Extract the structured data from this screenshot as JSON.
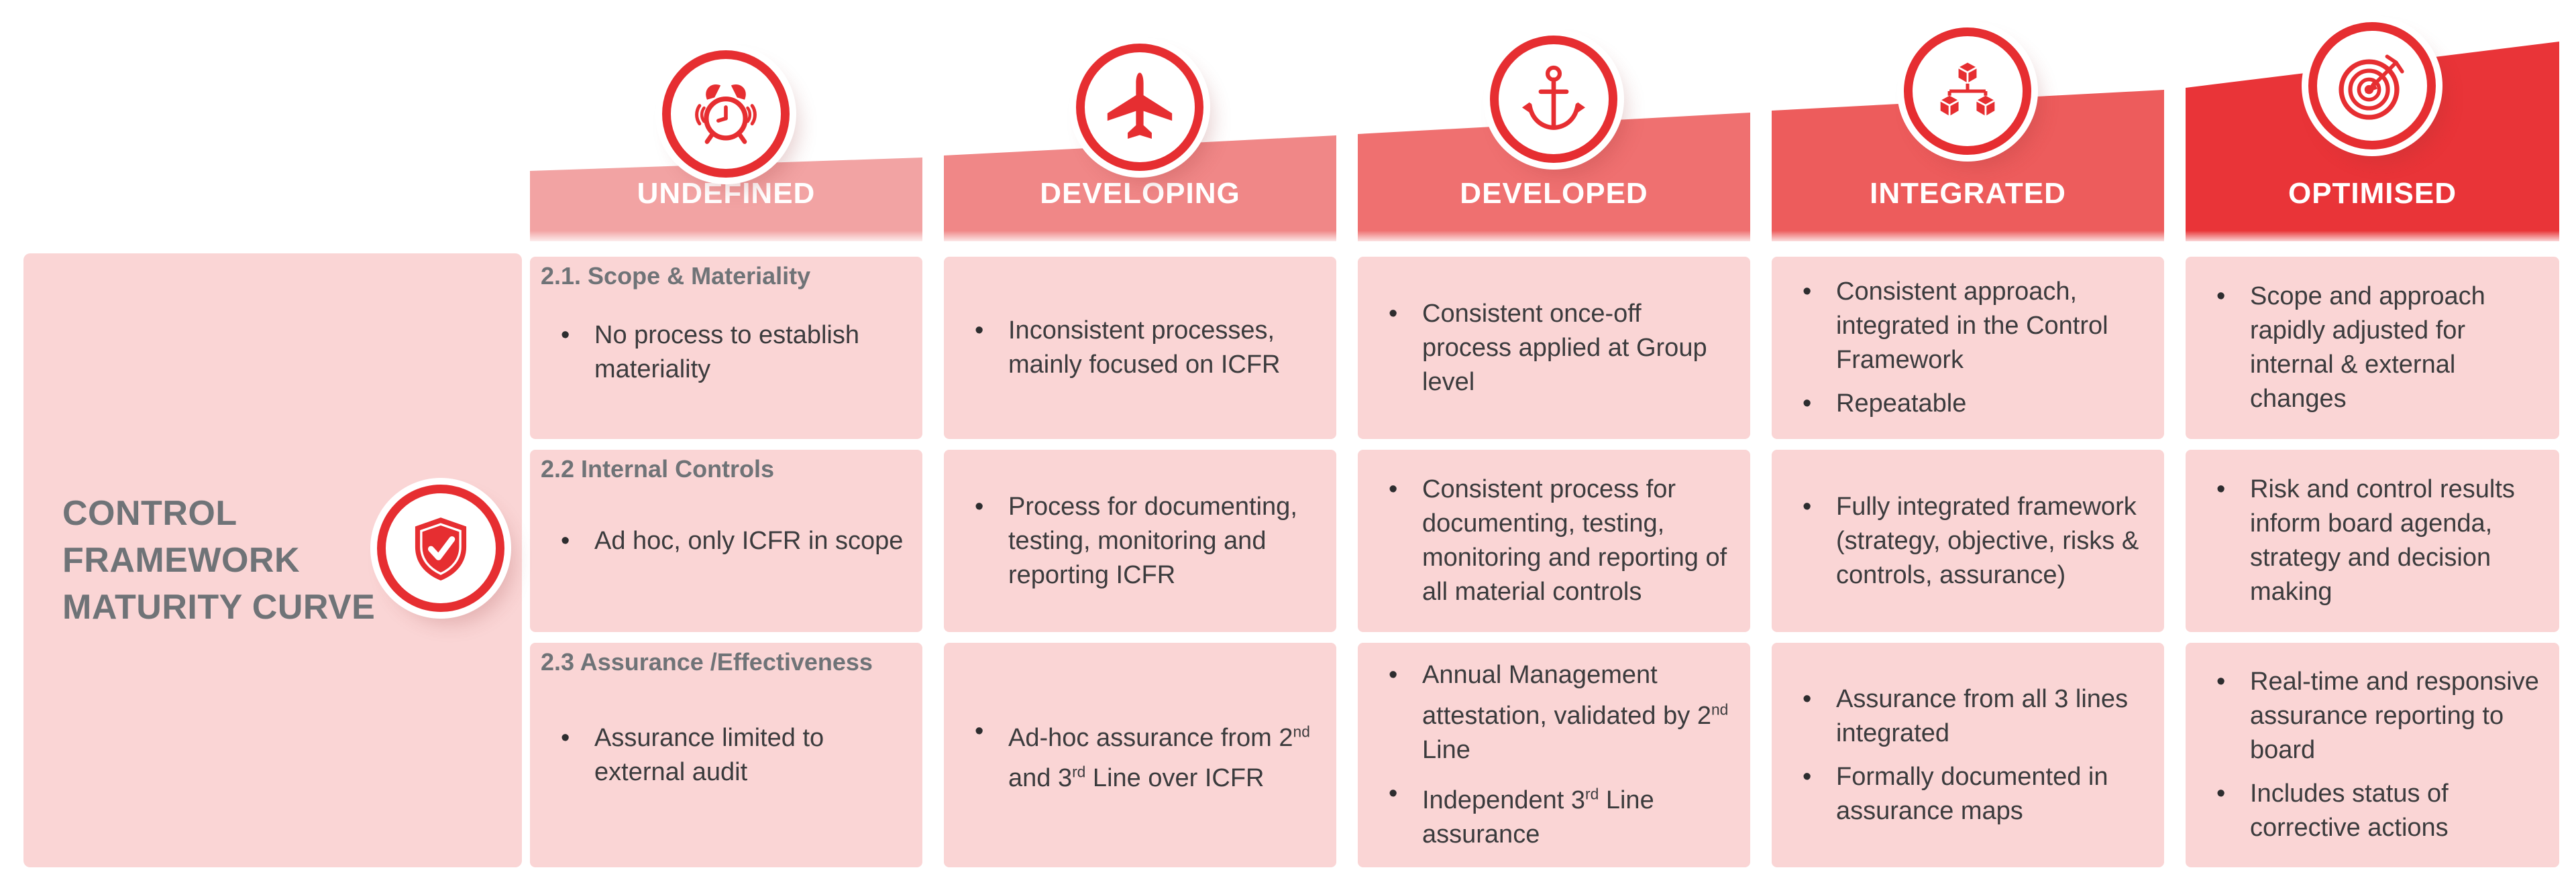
{
  "colors": {
    "accent_red": "#E62E31",
    "panel_pink": "#FAD5D5",
    "heading_gray": "#6F7377",
    "body_text": "#3B3B3D"
  },
  "left_panel": {
    "title": "CONTROL FRAMEWORK MATURITY CURVE",
    "title_lines": [
      "CONTROL",
      "FRAMEWORK",
      "MATURITY CURVE"
    ],
    "icon": "shield-check-icon"
  },
  "stages": [
    {
      "label": "UNDEFINED",
      "icon": "alarm-clock-icon",
      "color": "#F2A3A3"
    },
    {
      "label": "DEVELOPING",
      "icon": "airplane-icon",
      "color": "#F08787"
    },
    {
      "label": "DEVELOPED",
      "icon": "anchor-icon",
      "color": "#EF7070"
    },
    {
      "label": "INTEGRATED",
      "icon": "cubes-icon",
      "color": "#ED5C5C"
    },
    {
      "label": "OPTIMISED",
      "icon": "target-icon",
      "color": "#E93438"
    }
  ],
  "rows": [
    {
      "header": "2.1. Scope & Materiality",
      "cells": [
        {
          "bullets": [
            "No process to establish materiality"
          ]
        },
        {
          "bullets": [
            "Inconsistent processes, mainly focused on ICFR"
          ]
        },
        {
          "bullets": [
            "Consistent once-off process applied at Group level"
          ]
        },
        {
          "bullets": [
            "Consistent approach, integrated in the Control Framework",
            "Repeatable"
          ]
        },
        {
          "bullets": [
            "Scope and approach rapidly adjusted for internal & external changes"
          ]
        }
      ]
    },
    {
      "header": "2.2 Internal Controls",
      "cells": [
        {
          "bullets": [
            "Ad hoc, only ICFR in scope"
          ]
        },
        {
          "bullets": [
            "Process for documenting, testing, monitoring and reporting ICFR"
          ]
        },
        {
          "bullets": [
            "Consistent process for documenting, testing, monitoring and reporting of all material controls"
          ]
        },
        {
          "bullets": [
            "Fully integrated framework (strategy, objective, risks & controls, assurance)"
          ]
        },
        {
          "bullets": [
            "Risk and control results inform board agenda, strategy and decision making"
          ]
        }
      ]
    },
    {
      "header": "2.3 Assurance /Effectiveness",
      "cells": [
        {
          "bullets": [
            "Assurance limited to external audit"
          ]
        },
        {
          "bullets": [
            "Ad-hoc assurance from 2nd and 3rd Line over ICFR"
          ]
        },
        {
          "bullets": [
            "Annual Management attestation, validated by 2nd Line",
            "Independent 3rd Line assurance"
          ]
        },
        {
          "bullets": [
            "Assurance from all 3 lines integrated",
            "Formally documented in assurance maps"
          ]
        },
        {
          "bullets": [
            "Real-time and responsive assurance reporting to board",
            "Includes status of corrective actions"
          ]
        }
      ]
    }
  ]
}
